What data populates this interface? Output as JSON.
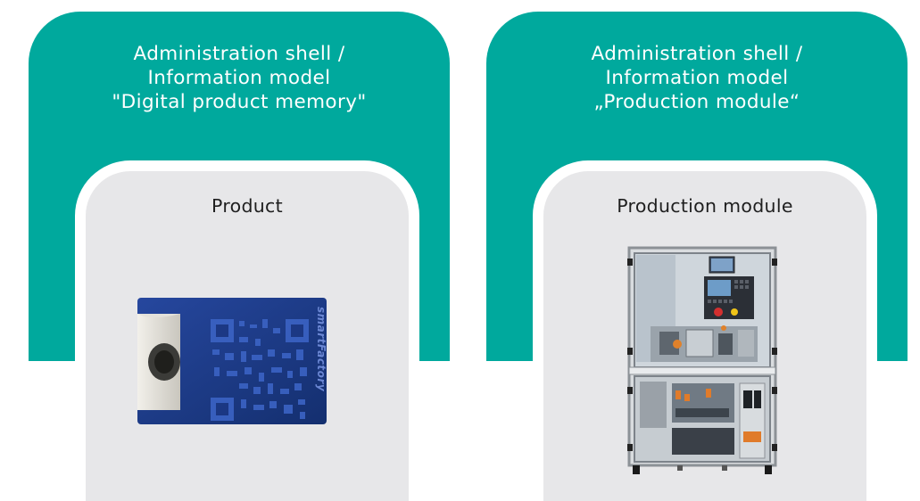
{
  "shells": [
    {
      "title_lines": [
        "Administration shell /",
        "Information model",
        "\"Digital product memory\""
      ],
      "card_label": "Product",
      "image": "smartfactory-product-carrier-with-qr-code"
    },
    {
      "title_lines": [
        "Administration shell /",
        "Information model",
        "„Production module“"
      ],
      "card_label": "Production module",
      "image": "production-module-machine-cabinet"
    }
  ],
  "colors": {
    "shell": "#00a99d",
    "card": "#e7e7e9",
    "card_border": "#ffffff",
    "product_body": "#1e3a8a"
  }
}
